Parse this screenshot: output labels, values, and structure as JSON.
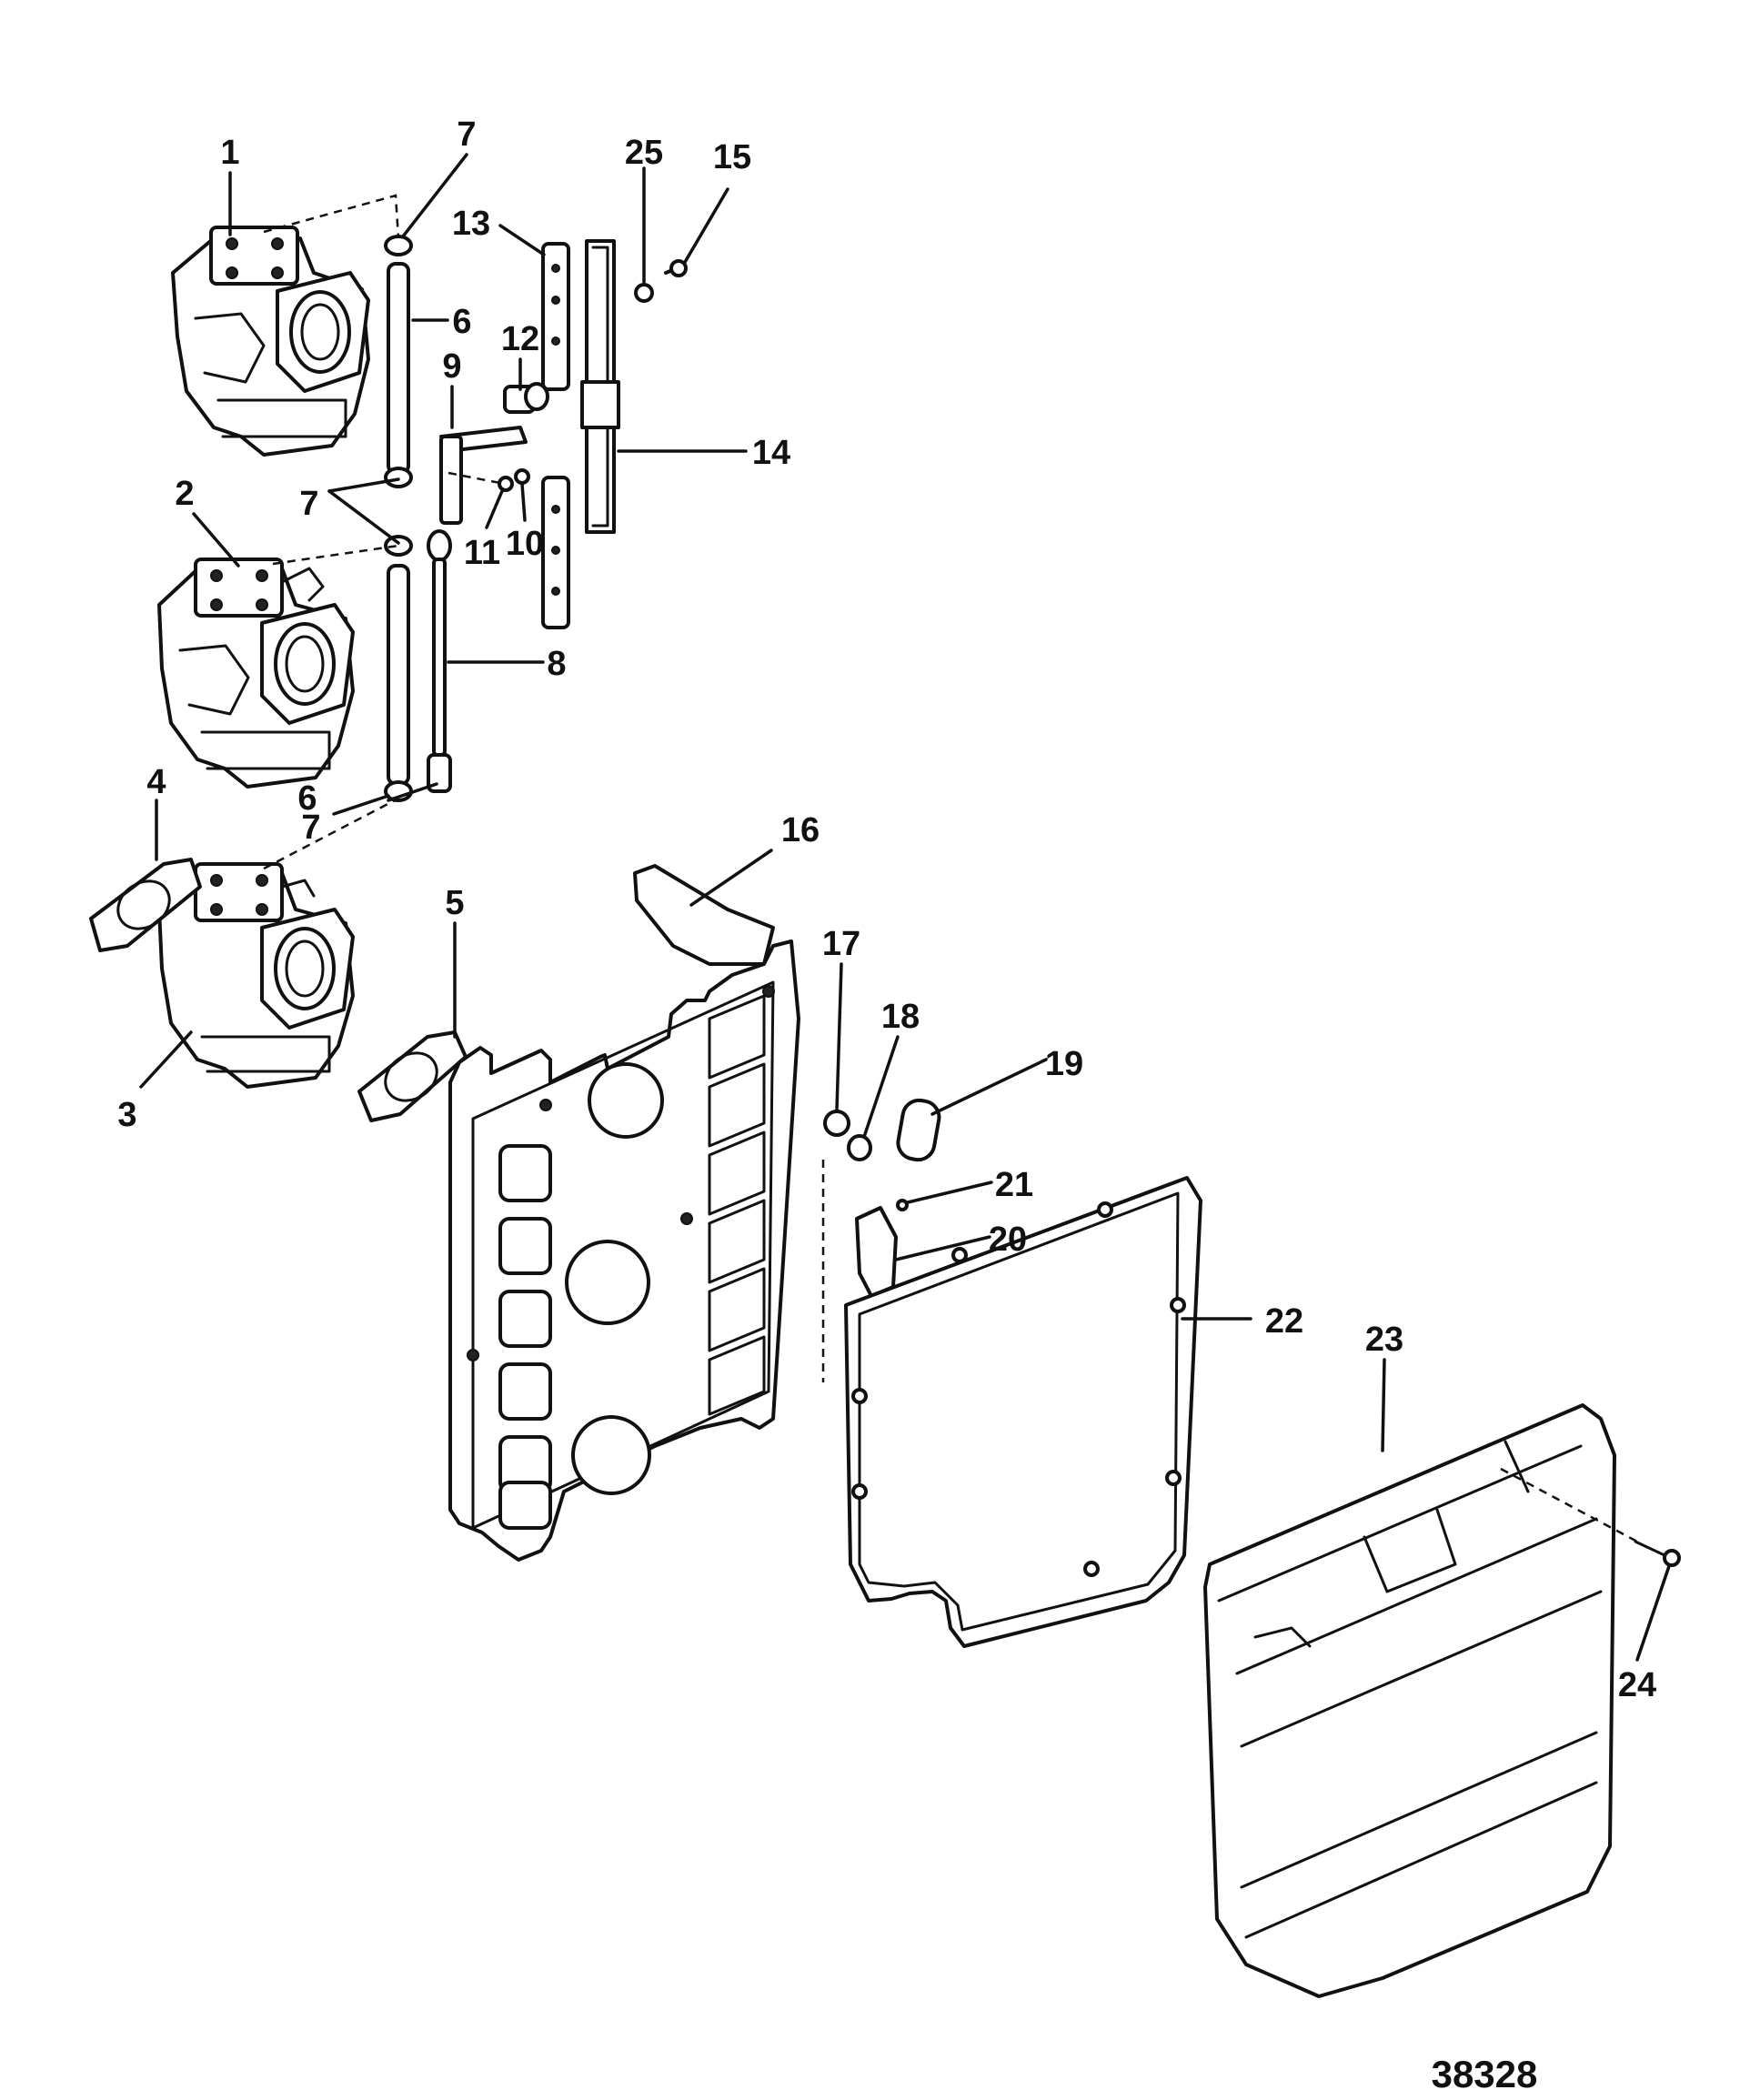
{
  "figure_number": "38328",
  "callouts": {
    "c1": "1",
    "c2": "2",
    "c3": "3",
    "c4": "4",
    "c5": "5",
    "c6a": "6",
    "c6b": "6",
    "c7a": "7",
    "c7b": "7",
    "c7c": "7",
    "c8": "8",
    "c9": "9",
    "c10": "10",
    "c11": "11",
    "c12": "12",
    "c13": "13",
    "c14": "14",
    "c15": "15",
    "c16": "16",
    "c17": "17",
    "c18": "18",
    "c19": "19",
    "c20": "20",
    "c21": "21",
    "c22": "22",
    "c23": "23",
    "c24": "24",
    "c25": "25"
  }
}
